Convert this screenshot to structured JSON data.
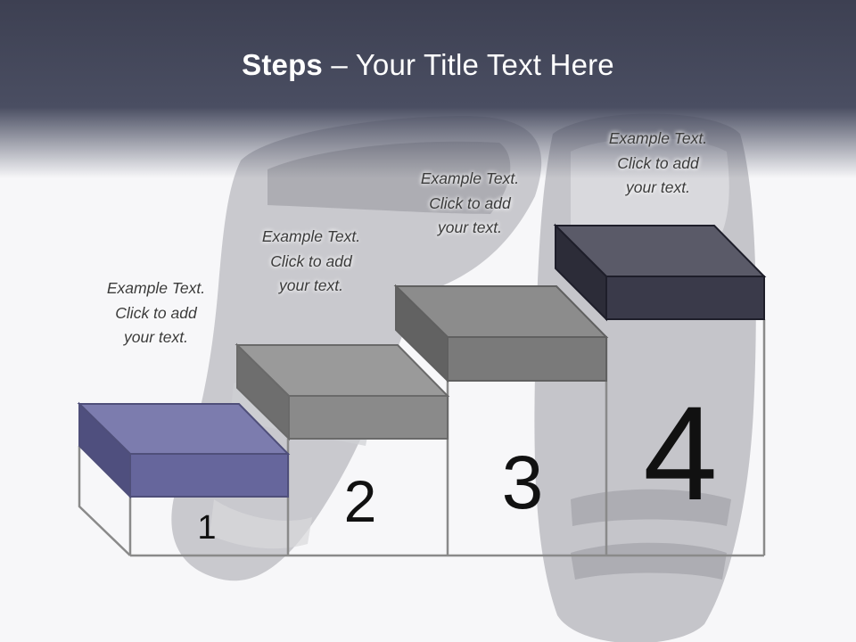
{
  "title": {
    "bold": "Steps",
    "separator": " – ",
    "rest": "Your Title Text Here"
  },
  "steps": [
    {
      "number": "1",
      "caption": [
        "Example Text.",
        "Click  to add",
        "your text."
      ]
    },
    {
      "number": "2",
      "caption": [
        "Example Text.",
        "Click  to add",
        "your text."
      ]
    },
    {
      "number": "3",
      "caption": [
        "Example Text.",
        "Click  to add",
        "your text."
      ]
    },
    {
      "number": "4",
      "caption": [
        "Example Text.",
        "Click  to add",
        "your text."
      ]
    }
  ],
  "colors": {
    "header": "#464a5e",
    "step1_block": "#6a6aa0",
    "step2_block": "#8c8c8c",
    "step3_block": "#7c7c7c",
    "step4_block": "#353545",
    "outline": "#8a8a8a"
  }
}
